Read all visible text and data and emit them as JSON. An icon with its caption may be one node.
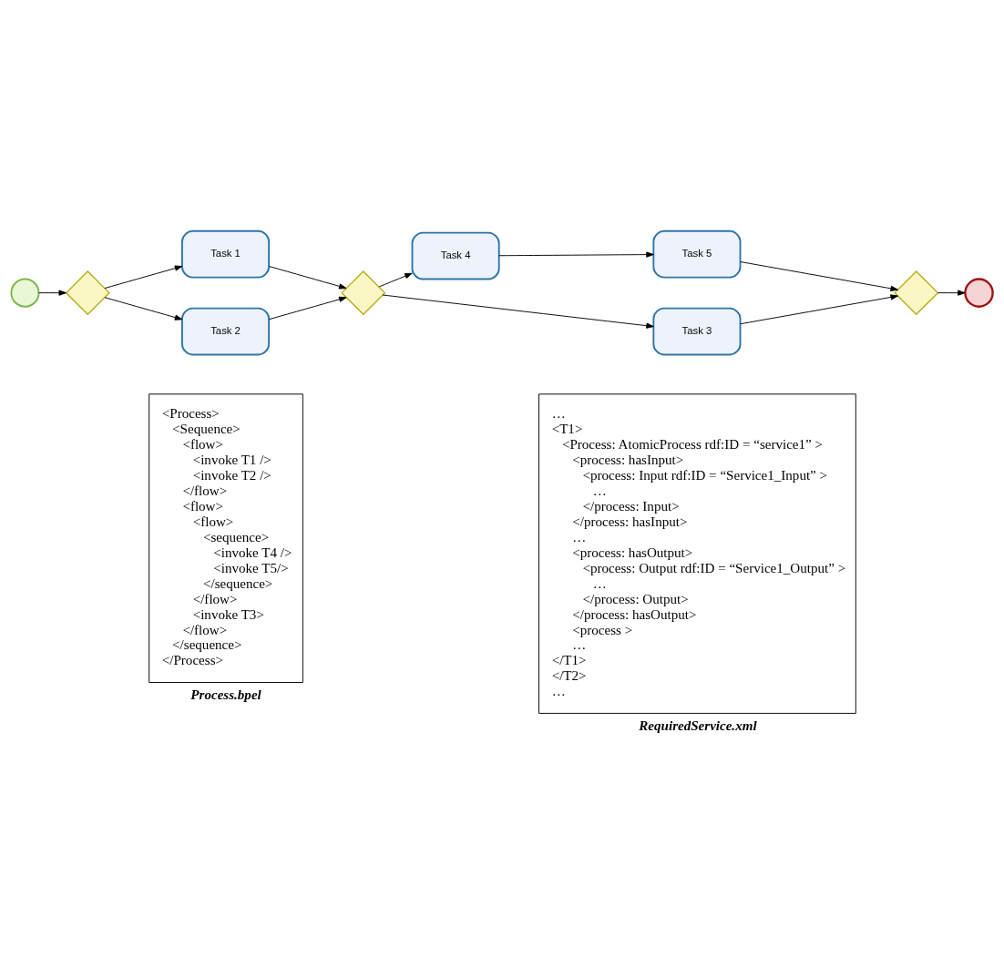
{
  "diagram": {
    "nodes": [
      {
        "text": [],
        "shape": "circle"
      },
      {
        "text": [],
        "shape": "diamond"
      },
      {
        "text": [
          "Task 1"
        ]
      },
      {
        "text": [
          "Task 2"
        ]
      },
      {
        "text": [],
        "shape": "diamond"
      },
      {
        "text": [
          "Task 4"
        ]
      },
      {
        "text": [
          "Task 5"
        ]
      },
      {
        "text": [
          "Task 3"
        ]
      },
      {
        "text": [],
        "shape": "diamond"
      },
      {
        "text": [],
        "shape": "circle"
      },
      {
        "text": [
          "<Process>",
          "<Sequence>",
          "<flow>",
          "<invoke T1 />",
          "<invoke T2 />",
          "</flow>",
          "<flow>",
          "<flow>",
          "<sequence>",
          "<invoke T4 />",
          "<invoke T5/>",
          "</sequence>",
          "</flow>",
          "<invoke T3>",
          "</flow>",
          "</sequence>",
          "</Process>"
        ],
        "beside": [
          "Process.bpel"
        ]
      },
      {
        "text": [
          "…",
          "<T1>",
          "<Process: AtomicProcess rdf:ID = “service1” >",
          "<process: hasInput>",
          "<process: Input rdf:ID = “Service1_Input” >",
          "…",
          "</process: Input>",
          "</process: hasInput>",
          "…",
          "<process: hasOutput>",
          "<process: Output rdf:ID = “Service1_Output” >",
          "…",
          "</process: Output>",
          "</process: hasOutput>",
          "<process >",
          "…",
          "</T1>",
          "</T2>",
          "…"
        ],
        "beside": [
          "RequiredService.xml"
        ]
      }
    ],
    "edges": [
      {
        "from": 0,
        "to": 1,
        "arrow": "to"
      },
      {
        "from": 1,
        "to": 2,
        "arrow": "to"
      },
      {
        "from": 1,
        "to": 3,
        "arrow": "to"
      },
      {
        "from": 2,
        "to": 4,
        "arrow": "to"
      },
      {
        "from": 3,
        "to": 4,
        "arrow": "to"
      },
      {
        "from": 4,
        "to": 5,
        "arrow": "to"
      },
      {
        "from": 4,
        "to": 7,
        "arrow": "to"
      },
      {
        "from": 5,
        "to": 6,
        "arrow": "to"
      },
      {
        "from": 6,
        "to": 8,
        "arrow": "to"
      },
      {
        "from": 7,
        "to": 8,
        "arrow": "to"
      },
      {
        "from": 8,
        "to": 9,
        "arrow": "to"
      }
    ]
  }
}
